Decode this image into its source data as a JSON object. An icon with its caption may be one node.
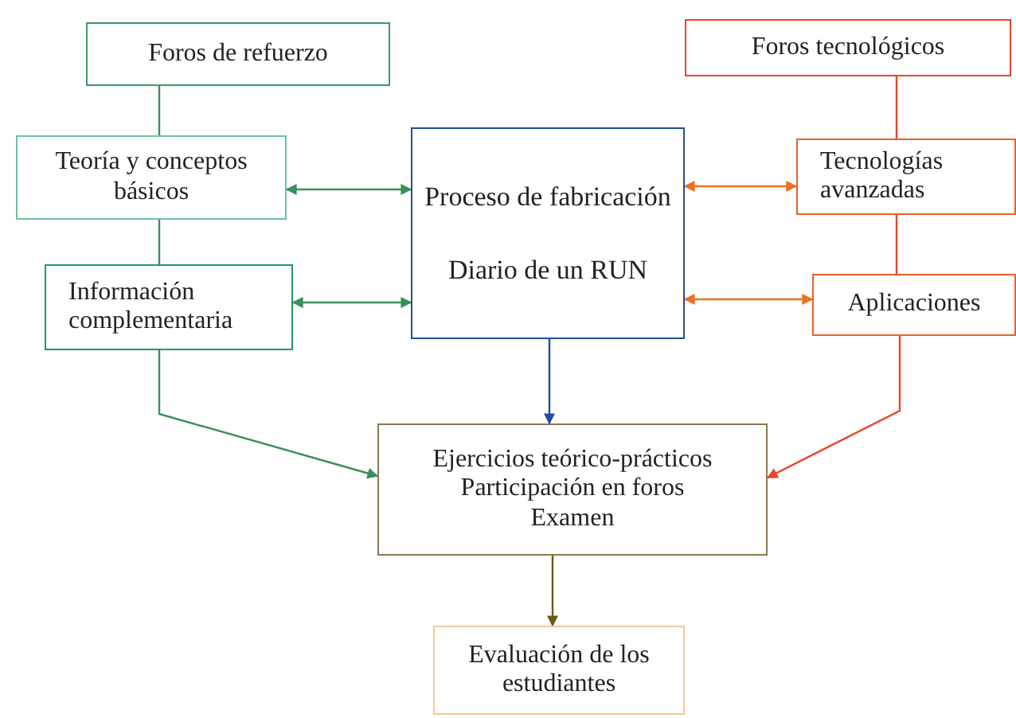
{
  "diagram": {
    "nodes": [
      {
        "text": [
          "Foros de refuerzo"
        ]
      },
      {
        "text": [
          "Teoría y conceptos básicos"
        ]
      },
      {
        "text": [
          "Información complementaria"
        ]
      },
      {
        "text": [
          "Proceso de fabricación",
          "Diario de un RUN"
        ]
      },
      {
        "text": [
          "Foros tecnológicos"
        ]
      },
      {
        "text": [
          "Tecnologías avanzadas"
        ]
      },
      {
        "text": [
          "Aplicaciones"
        ]
      },
      {
        "text": [
          "Ejercicios teórico-prácticos",
          "Participación en foros",
          "Examen"
        ]
      },
      {
        "text": [
          "Evaluación de los estudiantes"
        ]
      }
    ],
    "edges": [
      {
        "from": 0,
        "to": 1,
        "arrow": "none",
        "color": "#3a8f5a"
      },
      {
        "from": 1,
        "to": 2,
        "arrow": "none",
        "color": "#3a8f5a"
      },
      {
        "from": 1,
        "to": 3,
        "arrow": "both",
        "color": "#3a8f5a"
      },
      {
        "from": 2,
        "to": 3,
        "arrow": "both",
        "color": "#3a8f5a"
      },
      {
        "from": 4,
        "to": 5,
        "arrow": "none",
        "color": "#e8452a"
      },
      {
        "from": 5,
        "to": 6,
        "arrow": "none",
        "color": "#e8452a"
      },
      {
        "from": 3,
        "to": 5,
        "arrow": "both",
        "color": "#f07020"
      },
      {
        "from": 3,
        "to": 6,
        "arrow": "both",
        "color": "#f07020"
      },
      {
        "from": 3,
        "to": 7,
        "arrow": "to",
        "color": "#1f4f9a"
      },
      {
        "from": 2,
        "to": 7,
        "arrow": "to",
        "color": "#3a8f5a"
      },
      {
        "from": 6,
        "to": 7,
        "arrow": "to",
        "color": "#e8452a"
      },
      {
        "from": 7,
        "to": 8,
        "arrow": "to",
        "color": "#6b5a1e"
      }
    ]
  }
}
